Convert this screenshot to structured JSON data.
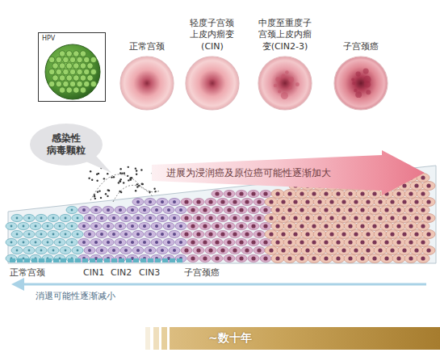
{
  "diagram": {
    "nodes": [
      {
        "text": [
          "HPV"
        ]
      },
      {
        "text": [
          "正常宫颈"
        ]
      },
      {
        "text": [
          "轻度子宫颈 上皮内瘤变 (CIN)"
        ]
      },
      {
        "text": [
          "中度至重度子 宫颈上皮内瘤 变(CIN2-3)"
        ]
      },
      {
        "text": [
          "子宫颈癌"
        ]
      },
      {
        "text": [
          "感染性 病毒颗粒"
        ]
      },
      {
        "text": [
          "进展为浸润癌及原位癌可能性逐渐加大"
        ]
      },
      {
        "text": [
          "~数十年"
        ]
      }
    ],
    "labels": [
      "正常宫颈",
      "CIN1",
      "CIN2",
      "CIN3",
      "子宫颈癌",
      "消退可能性逐渐减小"
    ]
  }
}
